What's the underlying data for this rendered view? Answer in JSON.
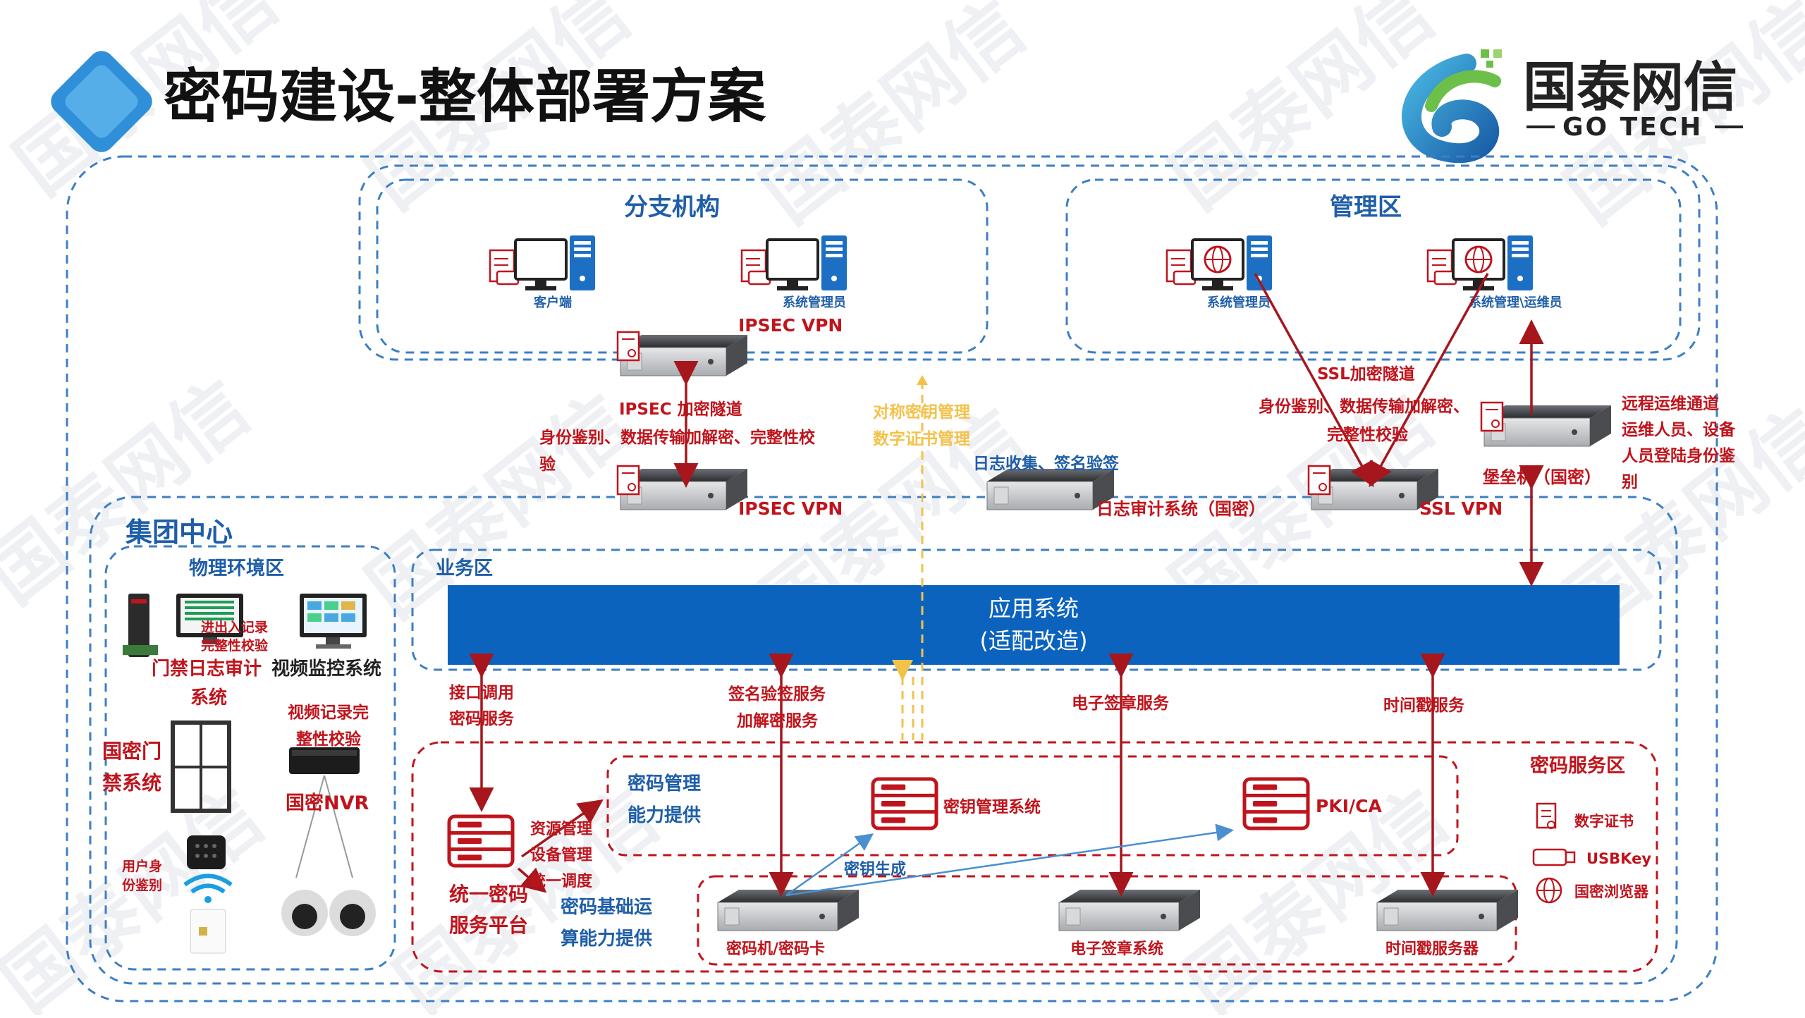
{
  "header": {
    "title": "密码建设-整体部署方案",
    "logo_cn": "国泰网信",
    "logo_en": "GO TECH",
    "watermark": "国泰网信"
  },
  "zones": {
    "branch": "分支机构",
    "mgmt": "管理区",
    "group": "集团中心",
    "physical": "物理环境区",
    "business": "业务区",
    "crypto": "密码服务区"
  },
  "devices": {
    "client": "客户端",
    "sysadmin_branch": "系统管理员",
    "sysadmin_mgmt": "系统管理员",
    "sysadmin_ops": "系统管理\\运维员",
    "ipsec_top": "IPSEC VPN",
    "ipsec_bottom": "IPSEC VPN",
    "log_audit": "日志审计系统（国密）",
    "ssl_vpn": "SSL VPN",
    "bastion": "堡垒机（国密）",
    "crypto_machine": "密码机/密码卡",
    "esign": "电子签章系统",
    "timestamp_server": "时间戳服务器",
    "key_mgmt": "密钥管理系统",
    "pki": "PKI/CA",
    "unified_platform_1": "统一密码",
    "unified_platform_2": "服务平台"
  },
  "app_system": {
    "line1": "应用系统",
    "line2": "(适配改造)"
  },
  "labels": {
    "ipsec_tunnel": "IPSEC 加密隧道",
    "ipsec_desc1": "身份鉴别、数据传输加解密、完整性校",
    "ipsec_desc2": "验",
    "sym_key": "对称密钥管理",
    "cert_mgmt": "数字证书管理",
    "log_collect": "日志收集、签名验签",
    "ssl_tunnel": "SSL加密隧道",
    "ssl_desc1": "身份鉴别、数据传输加解密、",
    "ssl_desc2": "完整性校验",
    "remote_ops1": "远程运维通道",
    "remote_ops2": "运维人员、设备",
    "remote_ops3": "人员登陆身份鉴",
    "remote_ops4": "别",
    "access_log1": "进出入记录",
    "access_log2": "完整性校验",
    "door_audit1": "门禁日志审计",
    "door_audit2": "系统",
    "video_system": "视频监控系统",
    "video_check1": "视频记录完",
    "video_check2": "整性校验",
    "nvr": "国密NVR",
    "door1": "国密门",
    "door2": "禁系统",
    "user_id1": "用户身",
    "user_id2": "份鉴别",
    "iface1": "接口调用",
    "iface2": "密码服务",
    "sign1": "签名验签服务",
    "sign2": "加解密服务",
    "esign_service": "电子签章服务",
    "ts_service": "时间戳服务",
    "mgmt_cap1": "密码管理",
    "mgmt_cap2": "能力提供",
    "res1": "资源管理",
    "res2": "设备管理",
    "res3": "统一调度",
    "base1": "密码基础运",
    "base2": "算能力提供",
    "keygen": "密钥生成"
  },
  "legend": [
    {
      "label": "数字证书",
      "icon": "certificate-icon"
    },
    {
      "label": "USBKey",
      "icon": "usbkey-icon"
    },
    {
      "label": "国密浏览器",
      "icon": "browser-icon"
    }
  ],
  "colors": {
    "brand_blue": "#1f5ea8",
    "red": "#c0141c",
    "app_bar": "#0b63be",
    "dash_blue": "#3c7fc4",
    "yellow": "#f3c24a"
  }
}
